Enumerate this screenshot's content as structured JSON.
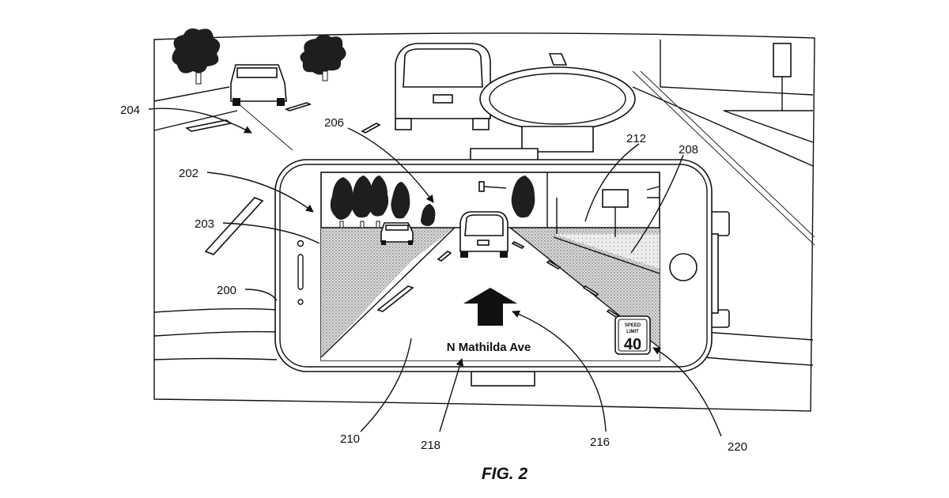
{
  "figure": {
    "caption": "FIG. 2"
  },
  "screen": {
    "street_name": "N Mathilda Ave",
    "speed_sign": {
      "top_text": "SPEED",
      "mid_text": "LIMIT",
      "value": "40"
    }
  },
  "reference_labels": {
    "r200": "200",
    "r202": "202",
    "r203": "203",
    "r204": "204",
    "r206": "206",
    "r208": "208",
    "r210": "210",
    "r212": "212",
    "r216": "216",
    "r218": "218",
    "r220": "220"
  }
}
